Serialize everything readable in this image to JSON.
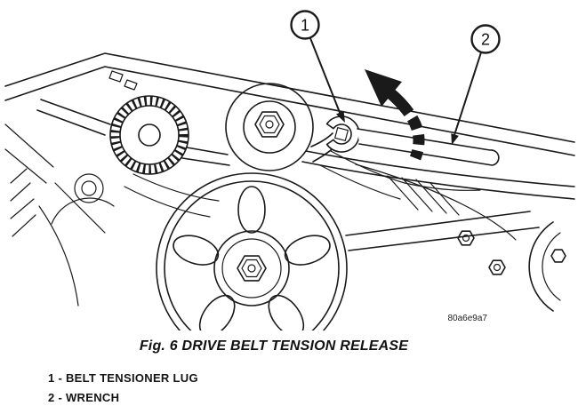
{
  "figure": {
    "caption": "Fig. 6 DRIVE BELT TENSION RELEASE",
    "watermark": "80a6e9a7"
  },
  "callouts": {
    "first": "1",
    "second": "2"
  },
  "legend": {
    "items": [
      "1 - BELT TENSIONER LUG",
      "2 - WRENCH"
    ]
  },
  "colors": {
    "ink": "#1a1a1a",
    "background": "#ffffff"
  }
}
